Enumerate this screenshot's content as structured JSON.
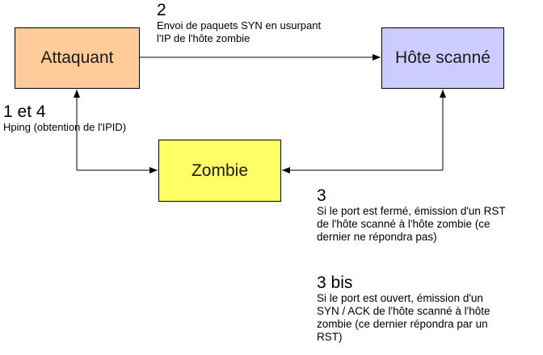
{
  "nodes": {
    "attaquant": {
      "label": "Attaquant",
      "color": "#FFCC99"
    },
    "hote_scanne": {
      "label": "Hôte scanné",
      "color": "#CCCCFF"
    },
    "zombie": {
      "label": "Zombie",
      "color": "#FFFF66"
    }
  },
  "steps": {
    "step2": {
      "number": "2",
      "lines": [
        "Envoi de paquets SYN en usurpant",
        "l'IP de l'hôte zombie"
      ]
    },
    "step1_4": {
      "number": "1 et 4",
      "lines": [
        "Hping (obtention de l'IPID)"
      ]
    },
    "step3": {
      "number": "3",
      "lines": [
        "Si le port est fermé, émission d'un RST",
        "de l'hôte scanné à l'hôte zombie (ce",
        "dernier ne répondra pas)"
      ]
    },
    "step3bis": {
      "number": "3 bis",
      "lines": [
        "Si le port est ouvert, émission d'un",
        "SYN / ACK de l'hôte scanné à l'hôte",
        "zombie (ce dernier répondra par un",
        "RST)"
      ]
    }
  },
  "edges": [
    {
      "from": "attaquant",
      "to": "hote_scanne",
      "label_ref": "step2"
    },
    {
      "from": "attaquant",
      "to": "zombie",
      "bidirectional": true,
      "label_ref": "step1_4"
    },
    {
      "from": "hote_scanne",
      "to": "zombie",
      "bidirectional": true,
      "label_ref": "step3"
    }
  ],
  "line_color": "#000000"
}
